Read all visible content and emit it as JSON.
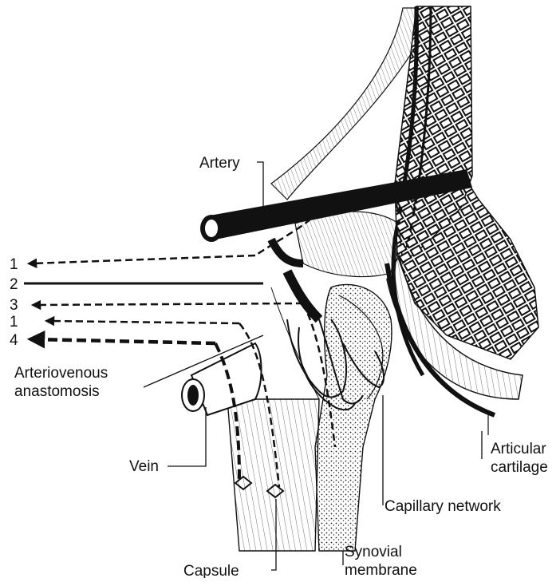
{
  "labels": {
    "artery": "Artery",
    "arteriovenous_line1": "Arteriovenous",
    "arteriovenous_line2": "anastomosis",
    "vein": "Vein",
    "capsule": "Capsule",
    "synovial_line1": "Synovial",
    "synovial_line2": "membrane",
    "capillary_network": "Capillary network",
    "articular_line1": "Articular",
    "articular_line2": "cartilage"
  },
  "pathways": [
    {
      "number": "1",
      "style": "dashed"
    },
    {
      "number": "2",
      "style": "solid"
    },
    {
      "number": "3",
      "style": "dashed"
    },
    {
      "number": "1",
      "style": "dashed"
    },
    {
      "number": "4",
      "style": "thick-dashed"
    }
  ]
}
